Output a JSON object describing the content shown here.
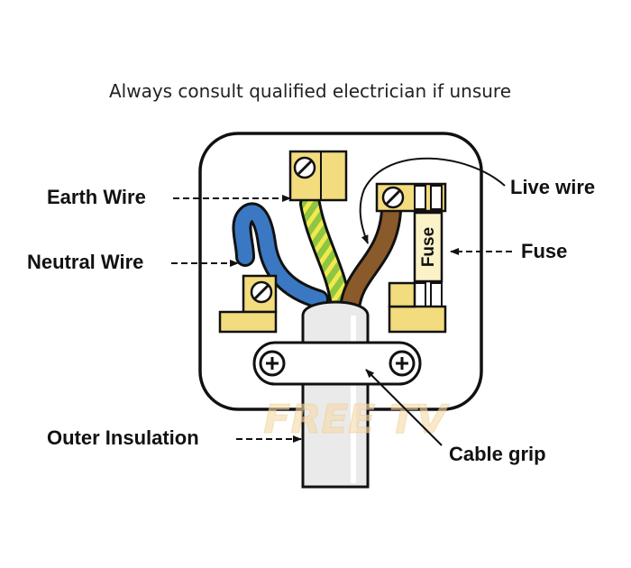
{
  "header": {
    "caption": "Always consult qualified electrician if unsure"
  },
  "labels": {
    "earth_wire": "Earth Wire",
    "neutral_wire": "Neutral Wire",
    "live_wire": "Live wire",
    "fuse": "Fuse",
    "outer_insulation": "Outer Insulation",
    "cable_grip": "Cable grip"
  },
  "fuse_text": "Fuse",
  "watermark": "FREE TV",
  "colors": {
    "earth": "#8ec641",
    "earth_stripe": "#f2e94e",
    "neutral": "#3b78c3",
    "live": "#8a5a2b",
    "terminal": "#f3dc7e",
    "plug_body": "#ffffff",
    "outline": "#111111"
  }
}
